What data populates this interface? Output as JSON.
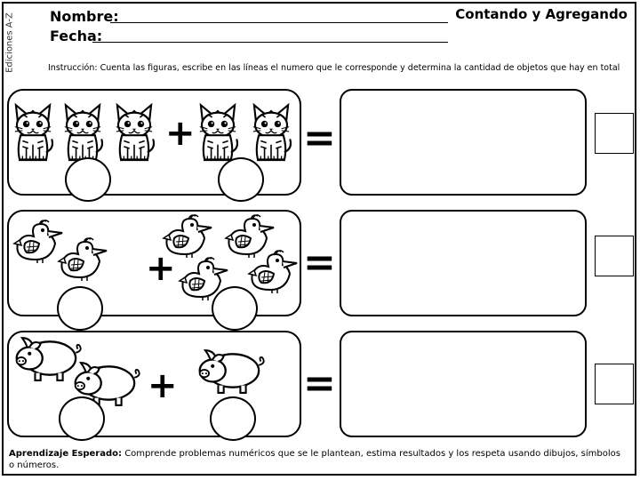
{
  "header": {
    "side_label": "Ediciones A-Z",
    "name_label": "Nombre:",
    "date_label": "Fecha:",
    "title": "Contando y Agregando"
  },
  "instruction": "Instrucción: Cuenta las figuras, escribe en las líneas el numero que le corresponde y determina la cantidad de objetos que hay en total",
  "rows": [
    {
      "animal": "cat-icon",
      "left_count": 3,
      "right_count": 2,
      "plus": "+",
      "equals": "="
    },
    {
      "animal": "bird-icon",
      "left_count": 2,
      "right_count": 4,
      "plus": "+",
      "equals": "="
    },
    {
      "animal": "pig-icon",
      "left_count": 2,
      "right_count": 1,
      "plus": "+",
      "equals": "="
    }
  ],
  "footer": {
    "label": "Aprendizaje Esperado:",
    "text": " Comprende problemas numéricos que se le plantean, estima resultados y los respeta usando dibujos, símbolos o números."
  }
}
